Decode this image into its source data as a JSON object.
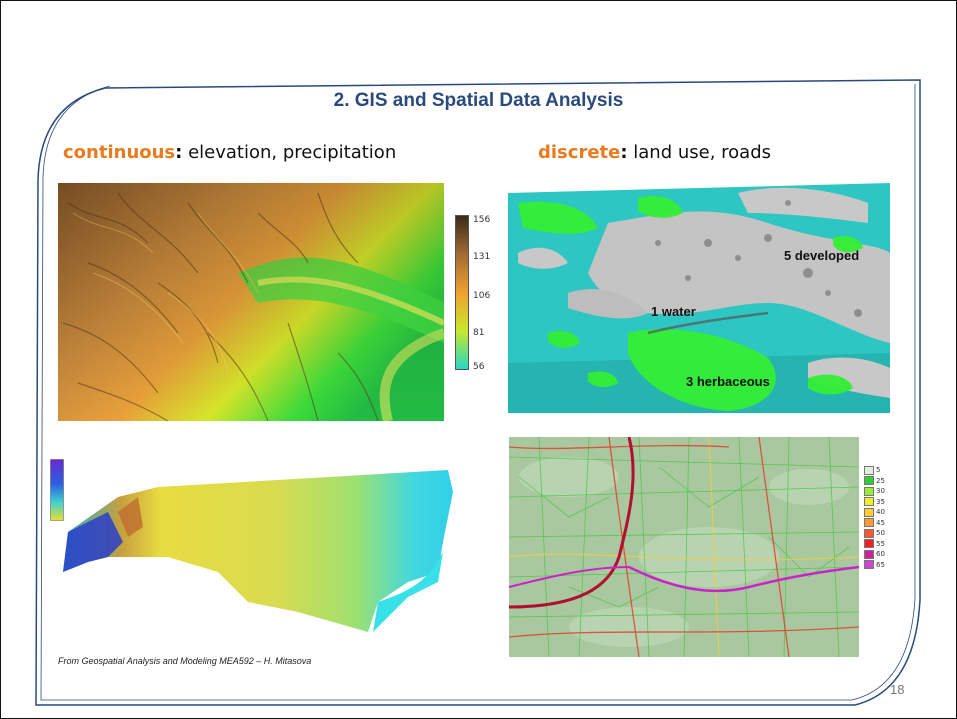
{
  "slide": {
    "title": "2. GIS and Spatial Data Analysis",
    "page_number": "18",
    "credit": "From Geospatial Analysis and Modeling MEA592 – H. Mitasova"
  },
  "left_header": {
    "keyword": "continuous",
    "colon": ":",
    "rest": " elevation, precipitation"
  },
  "right_header": {
    "keyword": "discrete",
    "colon": ":",
    "rest": " land use, roads"
  },
  "elevation_legend": {
    "labels": [
      "156",
      "131",
      "106",
      "81",
      "56"
    ]
  },
  "landuse_labels": {
    "developed": "5 developed",
    "water": "1 water",
    "herbaceous": "3 herbaceous"
  },
  "roads_legend": {
    "labels": [
      "5",
      "25",
      "30",
      "35",
      "40",
      "45",
      "50",
      "55",
      "60",
      "65"
    ],
    "colors": [
      "#dff0df",
      "#33cc33",
      "#99ee33",
      "#eeee33",
      "#ffcc33",
      "#ff9933",
      "#ff5533",
      "#ee2222",
      "#cc2299",
      "#cc44cc"
    ]
  },
  "colors": {
    "accent_orange": "#e87b1e",
    "title_blue": "#2a4a7c",
    "frame_blue": "#2a4a7c"
  }
}
